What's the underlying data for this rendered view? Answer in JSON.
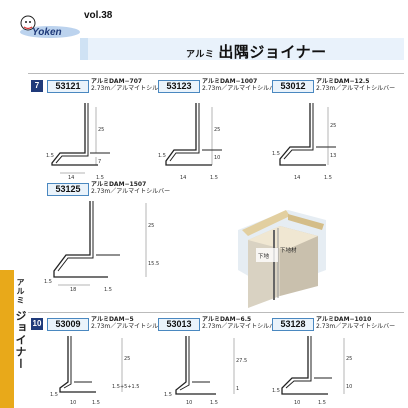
{
  "header": {
    "volume": "vol.38",
    "logo_text": "Yoken",
    "title_small": "アルミ",
    "title": "出隅ジョイナー"
  },
  "sidebar": {
    "small": "アルミ",
    "large": "ジョイナー"
  },
  "sections": [
    {
      "number": "7"
    },
    {
      "number": "10"
    }
  ],
  "products": [
    {
      "code": "53121",
      "name": "アルミDAM−707",
      "spec": "2.73m／アルマイトシルバー",
      "dims": {
        "h": "25",
        "a": "7",
        "b": "14",
        "c": "1.5",
        "d": "1.5"
      }
    },
    {
      "code": "53123",
      "name": "アルミDAM−1007",
      "spec": "2.73m／アルマイトシルバー",
      "dims": {
        "h": "25",
        "a": "10",
        "b": "14",
        "c": "1.5",
        "d": "1.5"
      }
    },
    {
      "code": "53012",
      "name": "アルミDAM−12.5",
      "spec": "2.73m／アルマイトシルバー",
      "dims": {
        "h": "25",
        "a": "13",
        "b": "14",
        "c": "1.5",
        "d": "1.5"
      }
    },
    {
      "code": "53125",
      "name": "アルミDAM−1507",
      "spec": "2.73m／アルマイトシルバー",
      "dims": {
        "h": "25",
        "a": "15.5",
        "b": "18",
        "c": "1.5",
        "d": "1.5"
      }
    },
    {
      "code": "53009",
      "name": "アルミDAM−5",
      "spec": "2.73m／アルマイトシルバー",
      "dims": {
        "h": "25",
        "a": "1.5+5+1.5",
        "b": "10",
        "c": "1.5",
        "d": "1.5"
      }
    },
    {
      "code": "53013",
      "name": "アルミDAM−6.5",
      "spec": "2.73m／アルマイトシルバー",
      "dims": {
        "h": "27.5",
        "a": "1",
        "b": "10",
        "c": "1.5",
        "d": "1.5"
      }
    },
    {
      "code": "53128",
      "name": "アルミDAM−1010",
      "spec": "2.73m／アルマイトシルバー",
      "dims": {
        "h": "25",
        "a": "10",
        "b": "10",
        "c": "1.5",
        "d": "1.5"
      }
    }
  ],
  "illustration": {
    "label_1": "下地",
    "label_2": "下地材"
  },
  "colors": {
    "accent_blue": "#1f3a7a",
    "sidebar_orange": "#e8a91a",
    "code_border": "#4a88c0"
  }
}
